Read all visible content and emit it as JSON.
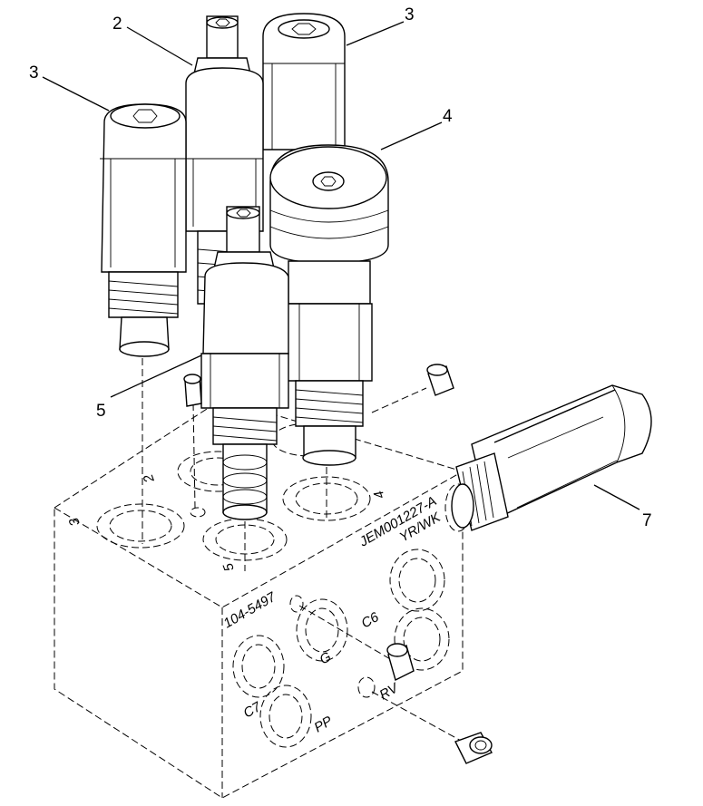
{
  "callouts": {
    "c2": "2",
    "c3_left": "3",
    "c3_right": "3",
    "c4": "4",
    "c5": "5",
    "c7": "7"
  },
  "block": {
    "cavity_labels": {
      "p2": "2",
      "p3": "3",
      "p4": "4",
      "p5": "5"
    },
    "part_number": "104-5497",
    "drawing_code": "JEM001227-A",
    "variant_code": "YR/WK",
    "ports": {
      "c6": "C6",
      "c7": "C7",
      "g": "G",
      "pp": "PP",
      "rv": "RV"
    }
  }
}
